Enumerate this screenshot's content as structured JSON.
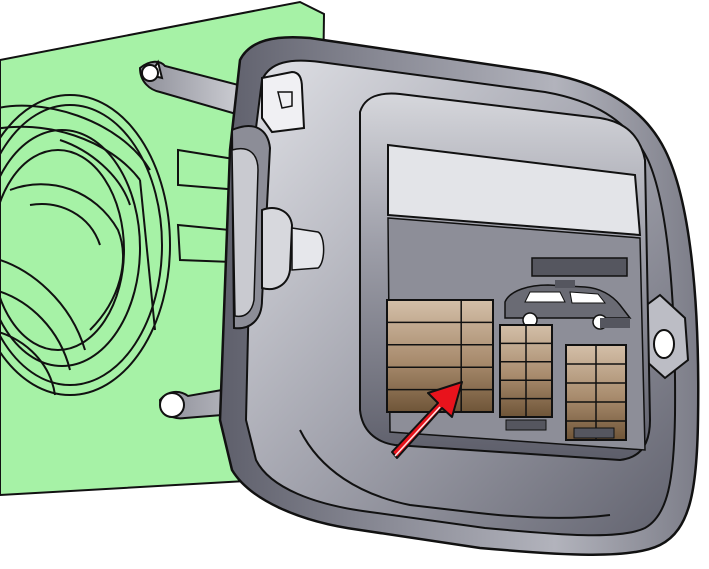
{
  "illustration": {
    "subject": "fuel-filler-flap-open",
    "colors": {
      "body_panel": "#a6f2a6",
      "flap_outer": "#9a9ba6",
      "flap_inner": "#6f707c",
      "flap_light": "#d8d9de",
      "label_tan": "#b79e86",
      "label_dark": "#5a4630",
      "arrow": "#e8131c",
      "outline": "#111111"
    },
    "icons": {
      "pointer": "red-arrow-icon",
      "label": "tire-pressure-label-icon",
      "car": "car-silhouette-icon"
    },
    "label": {
      "left_block_rows": 5,
      "middle_block_rows": 5,
      "right_block_rows": 5
    }
  }
}
